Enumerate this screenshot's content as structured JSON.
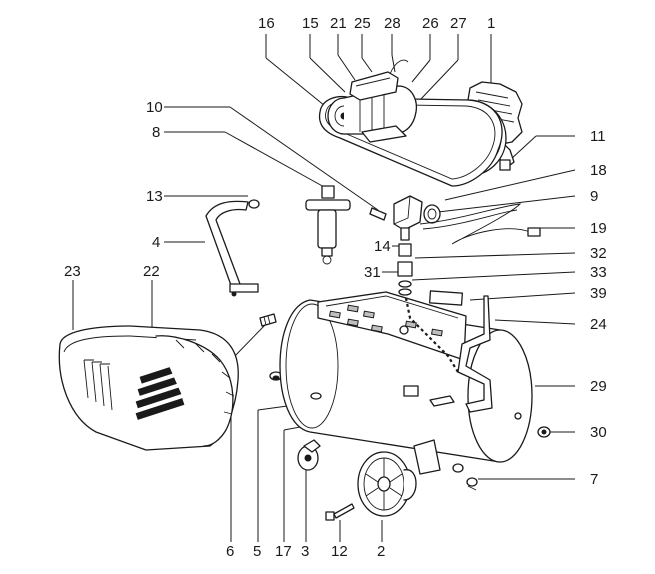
{
  "callouts": {
    "c1": "1",
    "c2": "2",
    "c3": "3",
    "c4": "4",
    "c5": "5",
    "c6": "6",
    "c7": "7",
    "c8": "8",
    "c9": "9",
    "c10": "10",
    "c11": "11",
    "c12": "12",
    "c13": "13",
    "c14": "14",
    "c15": "15",
    "c16": "16",
    "c17": "17",
    "c18": "18",
    "c19": "19",
    "c21": "21",
    "c22": "22",
    "c23": "23",
    "c24": "24",
    "c25": "25",
    "c26": "26",
    "c27": "27",
    "c28": "28",
    "c29": "29",
    "c30": "30",
    "c31": "31",
    "c32": "32",
    "c33": "33",
    "c39": "39"
  }
}
